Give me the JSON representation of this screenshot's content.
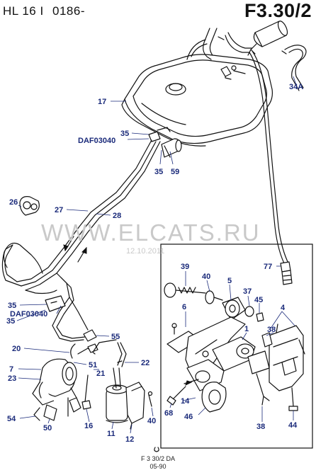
{
  "header": {
    "model": "HL 16 I",
    "code": "0186-",
    "ref": "F3.30/2"
  },
  "watermark": {
    "site": "WWW.ELCATS.RU",
    "date": "12.10.2011"
  },
  "footer": {
    "code": "F 3 30/2 DA",
    "date": "05-90"
  },
  "callouts": [
    {
      "id": "c17",
      "text": "17"
    },
    {
      "id": "c35a",
      "text": "35"
    },
    {
      "id": "cdaf1",
      "text": "DAF03040"
    },
    {
      "id": "c35b",
      "text": "35"
    },
    {
      "id": "c59",
      "text": "59"
    },
    {
      "id": "c34a",
      "text": "34A"
    },
    {
      "id": "c26",
      "text": "26"
    },
    {
      "id": "c27",
      "text": "27"
    },
    {
      "id": "c28",
      "text": "28"
    },
    {
      "id": "c35c",
      "text": "35"
    },
    {
      "id": "cdaf2",
      "text": "DAF03040"
    },
    {
      "id": "c35d",
      "text": "35"
    },
    {
      "id": "c55",
      "text": "55"
    },
    {
      "id": "c20",
      "text": "20"
    },
    {
      "id": "c51",
      "text": "51"
    },
    {
      "id": "c22",
      "text": "22"
    },
    {
      "id": "c7",
      "text": "7"
    },
    {
      "id": "c23",
      "text": "23"
    },
    {
      "id": "c21",
      "text": "21"
    },
    {
      "id": "c54",
      "text": "54"
    },
    {
      "id": "c50",
      "text": "50"
    },
    {
      "id": "c16",
      "text": "16"
    },
    {
      "id": "c11",
      "text": "11"
    },
    {
      "id": "c12",
      "text": "12"
    },
    {
      "id": "c40a",
      "text": "40"
    },
    {
      "id": "c39",
      "text": "39"
    },
    {
      "id": "c40b",
      "text": "40"
    },
    {
      "id": "c5",
      "text": "5"
    },
    {
      "id": "c77",
      "text": "77"
    },
    {
      "id": "c37",
      "text": "37"
    },
    {
      "id": "c45",
      "text": "45"
    },
    {
      "id": "c6",
      "text": "6"
    },
    {
      "id": "c4",
      "text": "4"
    },
    {
      "id": "c1",
      "text": "1"
    },
    {
      "id": "c38a",
      "text": "38"
    },
    {
      "id": "c14",
      "text": "14"
    },
    {
      "id": "c68",
      "text": "68"
    },
    {
      "id": "c46",
      "text": "46"
    },
    {
      "id": "c38b",
      "text": "38"
    },
    {
      "id": "c44",
      "text": "44"
    }
  ]
}
